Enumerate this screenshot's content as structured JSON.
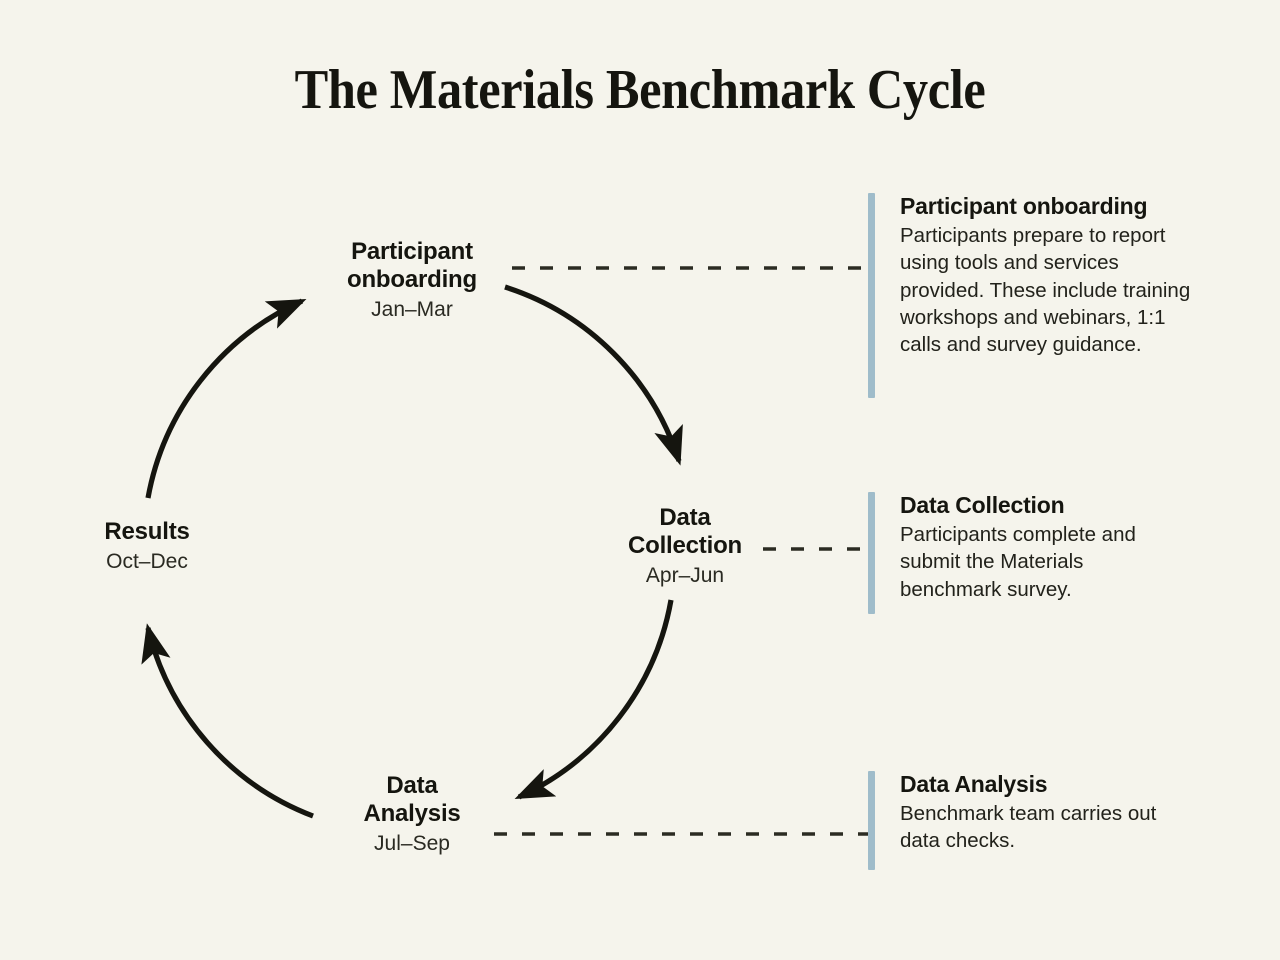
{
  "page": {
    "title": "The Materials Benchmark Cycle",
    "background_color": "#f5f4ec",
    "accent_color": "#9fbcca",
    "text_color": "#15150f"
  },
  "cycle": {
    "nodes": [
      {
        "id": "onboarding",
        "title": "Participant\nonboarding",
        "period": "Jan–Mar"
      },
      {
        "id": "collection",
        "title": "Data\nCollection",
        "period": "Apr–Jun"
      },
      {
        "id": "analysis",
        "title": "Data\nAnalysis",
        "period": "Jul–Sep"
      },
      {
        "id": "results",
        "title": "Results",
        "period": "Oct–Dec"
      }
    ]
  },
  "panels": [
    {
      "id": "onboarding",
      "heading": "Participant onboarding",
      "text": "Participants prepare to report using tools and services provided. These include training workshops and webinars, 1:1 calls and survey guidance."
    },
    {
      "id": "collection",
      "heading": "Data Collection",
      "text": "Participants complete and submit the Materials benchmark survey."
    },
    {
      "id": "analysis",
      "heading": "Data Analysis",
      "text": "Benchmark team carries out data checks."
    }
  ]
}
